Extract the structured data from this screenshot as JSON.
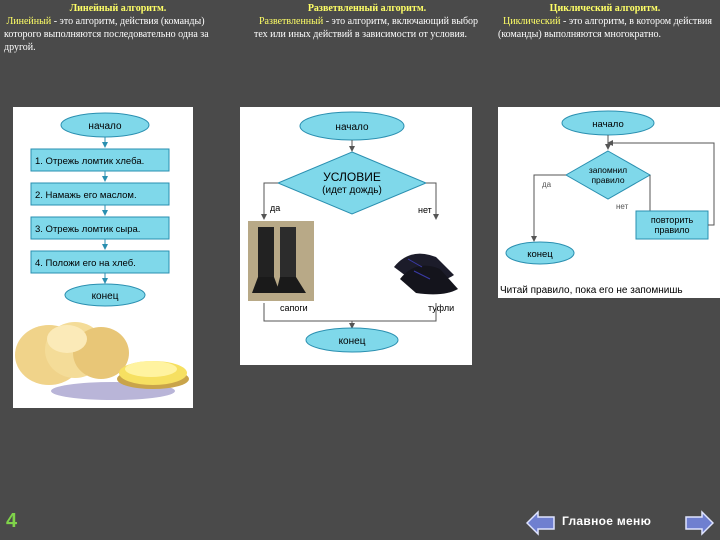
{
  "columns": [
    {
      "header": "Линейный алгоритм.",
      "term": "Линейный",
      "text": " - это алгоритм, действия (команды) которого выполняются последовательно одна за другой."
    },
    {
      "header": "Разветвленный алгоритм.",
      "term": "Разветвленный",
      "text": " - это алгоритм, включающий выбор тех или иных действий в зависимости от условия."
    },
    {
      "header": "Циклический алгоритм.",
      "term": "Циклический",
      "text": " - это алгоритм, в котором действия (команды) выполняются многократно."
    }
  ],
  "linear": {
    "start": "начало",
    "steps": [
      "1. Отрежь ломтик хлеба.",
      "2. Намажь его маслом.",
      "3. Отрежь ломтик сыра.",
      "4. Положи его на хлеб."
    ],
    "end": "конец"
  },
  "branch": {
    "start": "начало",
    "condition": "УСЛОВИЕ",
    "condition_sub": "(идет дождь)",
    "yes": "да",
    "no": "нет",
    "left_caption": "сапоги",
    "right_caption": "туфли",
    "end": "конец"
  },
  "cycle": {
    "start": "начало",
    "condition": "запомнил правило",
    "yes": "да",
    "no": "нет",
    "action": "повторить правило",
    "end": "конец",
    "caption": "Читай правило, пока его не запомнишь"
  },
  "footer": {
    "page_number": "4",
    "menu_label": "Главное меню"
  },
  "colors": {
    "background": "#4a4a4a",
    "shape_fill": "#7fd8ea",
    "shape_stroke": "#2a8fb0",
    "header_text": "#ffff66",
    "page_number": "#7fd34a"
  }
}
